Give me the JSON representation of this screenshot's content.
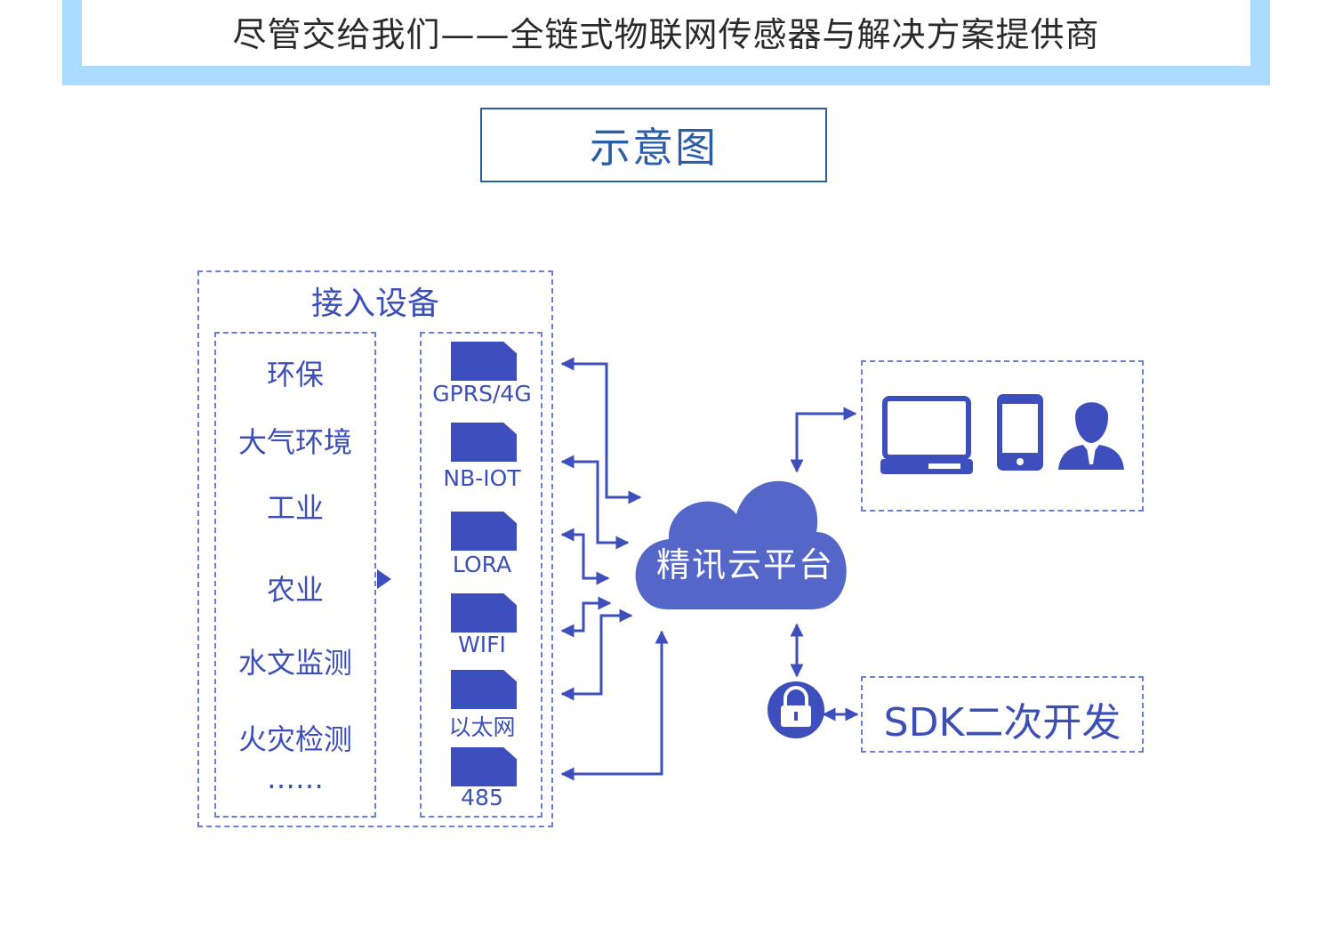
{
  "banner": {
    "text": "尽管交给我们——全链式物联网传感器与解决方案提供商"
  },
  "title": "示意图",
  "devices": {
    "title": "接入设备",
    "categories": [
      "环保",
      "大气环境",
      "工业",
      "农业",
      "水文监测",
      "火灾检测",
      "……"
    ],
    "modules": [
      "GPRS/4G",
      "NB-IOT",
      "LORA",
      "WIFI",
      "以太网",
      "485"
    ]
  },
  "cloud": {
    "label": "精讯云平台"
  },
  "terminals": {
    "icons": [
      "laptop-icon",
      "phone-icon",
      "user-icon"
    ]
  },
  "sdk": {
    "label": "SDK二次开发",
    "icon": "lock-icon"
  },
  "colors": {
    "primary": "#3d4fbd",
    "dashed": "#6b7fd6",
    "banner": "#a9dcff",
    "title_border": "#2d5f9e"
  }
}
